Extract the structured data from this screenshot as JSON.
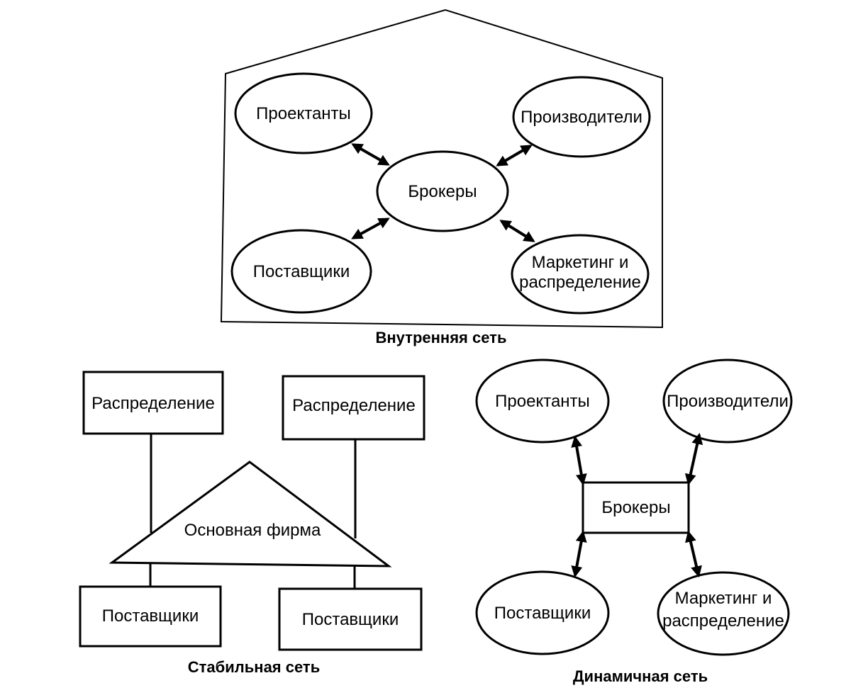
{
  "internal_network": {
    "caption": "Внутренняя сеть",
    "designers": "Проектанты",
    "producers": "Производители",
    "brokers": "Брокеры",
    "suppliers": "Поставщики",
    "marketing_line1": "Маркетинг и",
    "marketing_line2": "распределение"
  },
  "stable_network": {
    "caption": "Стабильная сеть",
    "distribution_left": "Распределение",
    "distribution_right": "Распределение",
    "core_firm": "Основная фирма",
    "suppliers_left": "Поставщики",
    "suppliers_right": "Поставщики"
  },
  "dynamic_network": {
    "caption": "Динамичная сеть",
    "designers": "Проектанты",
    "producers": "Производители",
    "brokers": "Брокеры",
    "suppliers": "Поставщики",
    "marketing_line1": "Маркетинг и",
    "marketing_line2": "распределение"
  }
}
